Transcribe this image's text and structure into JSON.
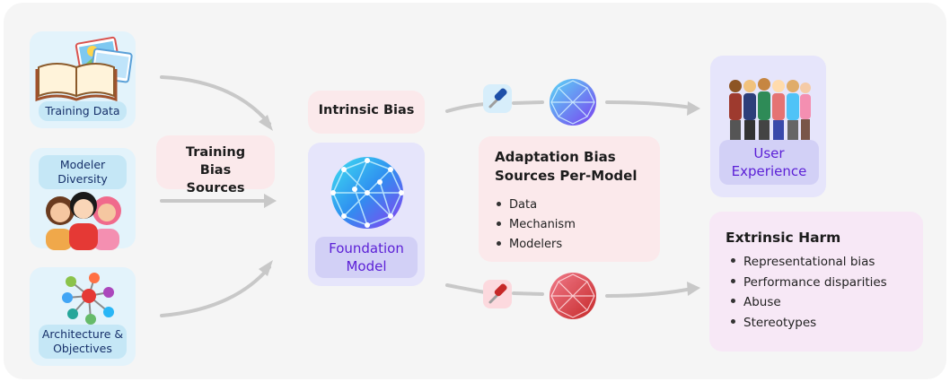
{
  "sources": {
    "training_data": "Training Data",
    "modeler_diversity": "Modeler Diversity",
    "architecture": "Architecture & Objectives"
  },
  "training_bias_sources": "Training Bias Sources",
  "intrinsic_bias": "Intrinsic Bias",
  "foundation_model": "Foundation Model",
  "adaptation": {
    "title": "Adaptation Bias Sources Per-Model",
    "items": [
      "Data",
      "Mechanism",
      "Modelers"
    ]
  },
  "user_experience": "User Experience",
  "extrinsic_harm": {
    "title": "Extrinsic Harm",
    "items": [
      "Representational bias",
      "Performance disparities",
      "Abuse",
      "Stereotypes"
    ]
  },
  "colors": {
    "source_bg": "#e3f3fb",
    "pink_bg": "#fbe9eb",
    "lavender_bg": "#e6e5fb",
    "accent_purple": "#5b1fd6",
    "arrow_gray": "#c8c8c8"
  },
  "icons": [
    "book-icon",
    "photos-icon",
    "people-group-icon",
    "neural-network-icon",
    "globe-network-icon",
    "screwdriver-icon",
    "crowd-icon"
  ]
}
